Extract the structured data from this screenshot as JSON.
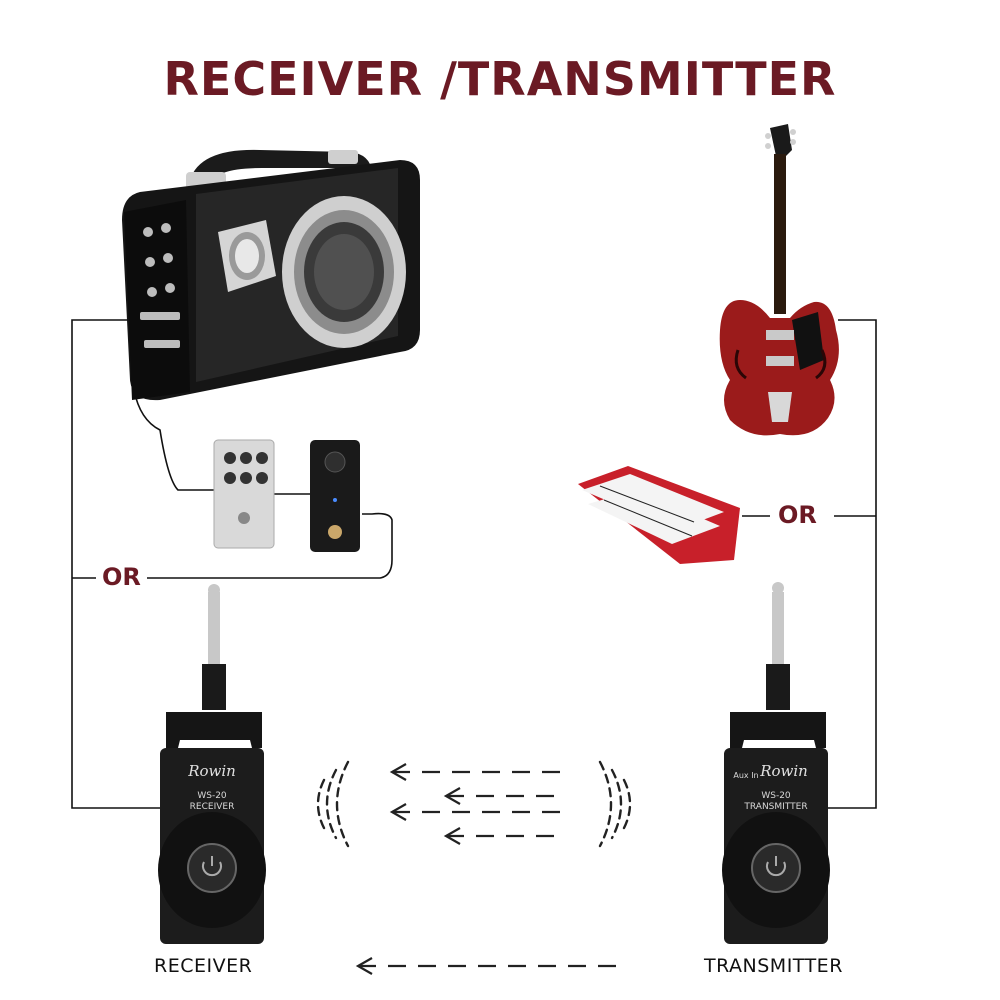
{
  "title": "RECEIVER /TRANSMITTER",
  "colors": {
    "title": "#6b1a24",
    "or_label": "#6b1a24",
    "wire": "#111111",
    "guitar_body": "#9b1b1b",
    "keyboard": "#c8202a",
    "device_body": "#1c1c1c"
  },
  "left_or": "OR",
  "right_or": "OR",
  "receiver": {
    "caption": "RECEIVER",
    "brand": "Rowin",
    "model": "WS-20",
    "type": "RECEIVER"
  },
  "transmitter": {
    "caption": "TRANSMITTER",
    "brand": "Rowin",
    "model": "WS-20",
    "type": "TRANSMITTER",
    "aux_label": "Aux In"
  },
  "icons": {
    "amplifier": "speaker-amplifier-icon",
    "pedals": "effect-pedal-icon",
    "guitar": "electric-guitar-icon",
    "keyboard": "keyboard-icon",
    "signal": "wireless-signal-icon",
    "power": "power-icon"
  }
}
